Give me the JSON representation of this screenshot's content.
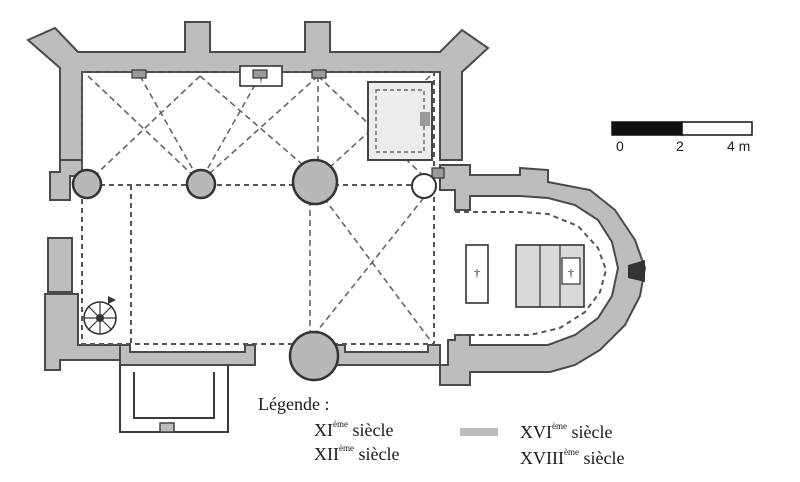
{
  "scale": {
    "ticks": [
      "0",
      "2",
      "4 m"
    ]
  },
  "legend": {
    "title": "Légende :",
    "items": [
      {
        "roman": "XI",
        "sup": "ème",
        "word": "siècle",
        "swatch": "none"
      },
      {
        "roman": "XII",
        "sup": "ème",
        "word": "siècle",
        "swatch": "none"
      },
      {
        "roman": "XVI",
        "sup": "ème",
        "word": "siècle",
        "swatch": "#bcbcbc"
      },
      {
        "roman": "XVIII",
        "sup": "ème",
        "word": "siècle",
        "swatch": "none"
      }
    ]
  },
  "colors": {
    "wall": "#bdbdbd",
    "line": "#3a3a3a",
    "swatch_xvi": "#bcbcbc"
  }
}
